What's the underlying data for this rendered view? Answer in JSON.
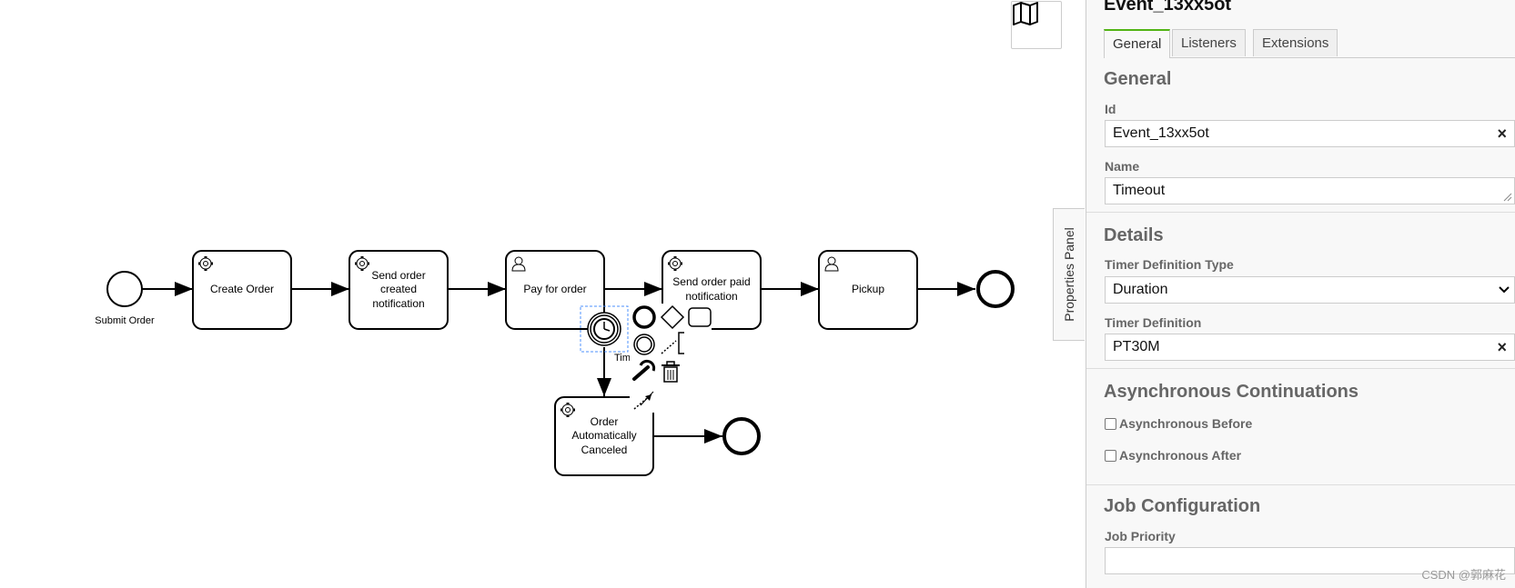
{
  "diagram": {
    "start_event_label": "Submit Order",
    "tasks": [
      {
        "name": "Create Order",
        "kind": "service"
      },
      {
        "name": "Send order created notification",
        "kind": "service"
      },
      {
        "name": "Pay for order",
        "kind": "user"
      },
      {
        "name": "Send order paid notification",
        "kind": "service"
      },
      {
        "name": "Pickup",
        "kind": "user"
      },
      {
        "name": "Order Automatically Canceled",
        "kind": "service"
      }
    ],
    "timer_label_partial": "Tim",
    "task1_line": "Create Order",
    "task2_lines": [
      "Send order",
      "created",
      "notification"
    ],
    "task3_line": "Pay for order",
    "task4_lines": [
      "Send order paid",
      "notification"
    ],
    "task5_line": "Pickup",
    "task6_lines": [
      "Order",
      "Automatically",
      "Canceled"
    ]
  },
  "canvas_controls": {
    "minimap_icon": "map-icon"
  },
  "properties_toggle": "Properties Panel",
  "panel": {
    "title": "Event_13xx5ot",
    "tabs": [
      "General",
      "Listeners",
      "Extensions"
    ],
    "active_tab": "General",
    "groups": {
      "general": "General",
      "details": "Details",
      "async": "Asynchronous Continuations",
      "job": "Job Configuration"
    },
    "fields": {
      "id_label": "Id",
      "id_value": "Event_13xx5ot",
      "name_label": "Name",
      "name_value": "Timeout",
      "timer_type_label": "Timer Definition Type",
      "timer_type_value": "Duration",
      "timer_def_label": "Timer Definition",
      "timer_def_value": "PT30M",
      "async_before": "Asynchronous Before",
      "async_after": "Asynchronous After",
      "job_priority_label": "Job Priority",
      "job_priority_value": ""
    },
    "clear_glyph": "×"
  },
  "watermark": "CSDN @郭麻花",
  "colors": {
    "active_tab_accent": "#52b415",
    "selection": "#4d90fe"
  }
}
